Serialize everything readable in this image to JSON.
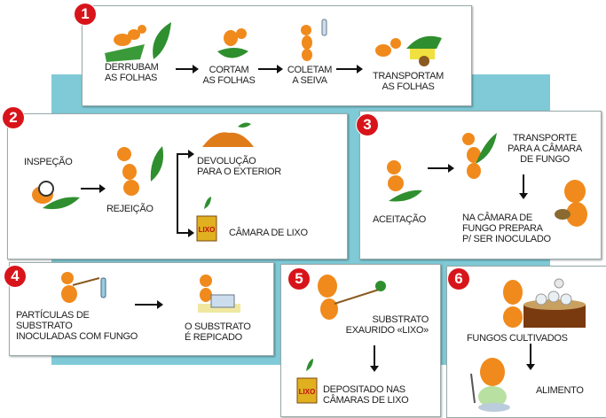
{
  "colors": {
    "background": "#7fcad6",
    "badge": "#d8141b",
    "ant": "#f08a1c",
    "leaf": "#2f8f2f",
    "trash": "#e0b020"
  },
  "panels": [
    {
      "number": "1",
      "steps": [
        "DERRUBAM\nAS FOLHAS",
        "CORTAM\nAS FOLHAS",
        "COLETAM\nA SEIVA",
        "TRANSPORTAM\nAS FOLHAS"
      ]
    },
    {
      "number": "2",
      "inspection": "INSPEÇÃO",
      "rejection": "REJEIÇÃO",
      "return": "DEVOLUÇÃO\nPARA O EXTERIOR",
      "trash_chamber": "CÂMARA DE LIXO",
      "trash_label": "LIXO"
    },
    {
      "number": "3",
      "acceptance": "ACEITAÇÃO",
      "transport": "TRANSPORTE\nPARA A CÂMARA\nDE FUNGO",
      "prepare": "NA CÂMARA DE\nFUNGO PREPARA\nP/ SER INOCULADO"
    },
    {
      "number": "4",
      "particles": "PARTÍCULAS DE\nSUBSTRATO\nINOCULADAS COM FUNGO",
      "replicated": "O SUBSTRATO\nÉ REPICADO"
    },
    {
      "number": "5",
      "exhausted": "SUBSTRATO\nEXAURIDO «LIXO»",
      "deposited": "DEPOSITADO NAS\nCÂMARAS DE LIXO",
      "trash_label": "LIXO"
    },
    {
      "number": "6",
      "cultivated": "FUNGOS CULTIVADOS",
      "food": "ALIMENTO"
    }
  ]
}
